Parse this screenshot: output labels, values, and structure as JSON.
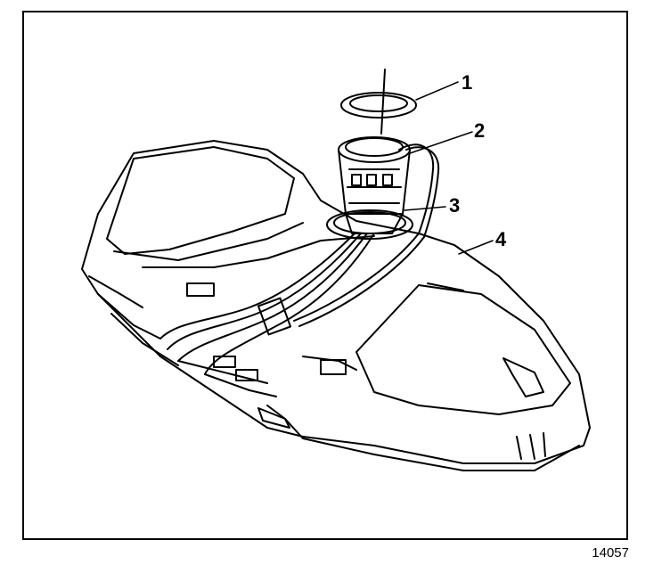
{
  "diagram": {
    "callouts": [
      {
        "id": "1",
        "label": "1"
      },
      {
        "id": "2",
        "label": "2"
      },
      {
        "id": "3",
        "label": "3"
      },
      {
        "id": "4",
        "label": "4"
      }
    ],
    "figure_number": "14057"
  },
  "colors": {
    "ink": "#000000",
    "paper": "#ffffff"
  }
}
